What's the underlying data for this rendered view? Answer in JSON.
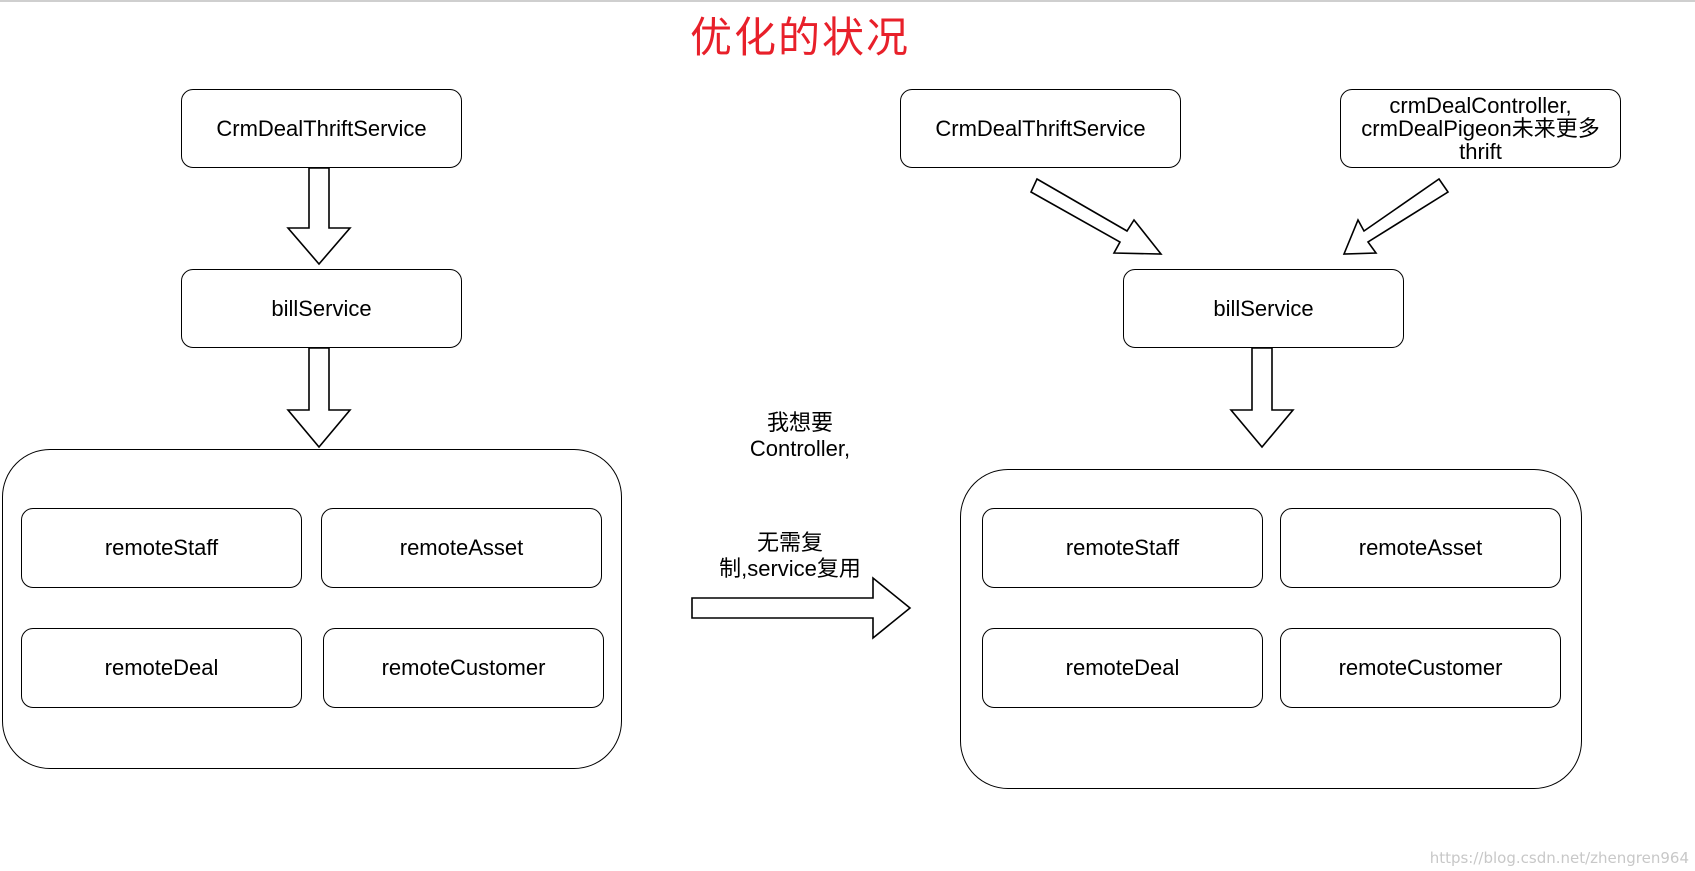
{
  "title": "优化的状况",
  "left": {
    "top_box": "CrmDealThriftService",
    "service_box": "billService",
    "remotes": [
      "remoteStaff",
      "remoteAsset",
      "remoteDeal",
      "remoteCustomer"
    ]
  },
  "right": {
    "top_box": "CrmDealThriftService",
    "extra_box": "crmDealController,\ncrmDealPigeon未来更多\nthrift",
    "service_box": "billService",
    "remotes": [
      "remoteStaff",
      "remoteAsset",
      "remoteDeal",
      "remoteCustomer"
    ]
  },
  "middle_note": {
    "line1": "我想要",
    "line2": "Controller,",
    "line3": "无需复",
    "line4": "制,service复用"
  },
  "watermark": "https://blog.csdn.net/zhengren964"
}
